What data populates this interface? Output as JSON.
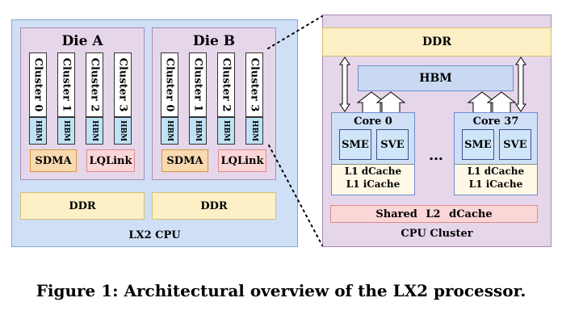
{
  "lx2": {
    "label": "LX2 CPU",
    "dies": [
      {
        "title": "Die A",
        "clusters": [
          "Cluster 0",
          "Cluster 1",
          "Cluster 2",
          "Cluster 3"
        ],
        "hbm": "HBM",
        "sdma": "SDMA",
        "lqlink": "LQLink",
        "ddr": "DDR"
      },
      {
        "title": "Die B",
        "clusters": [
          "Cluster 0",
          "Cluster 1",
          "Cluster 2",
          "Cluster 3"
        ],
        "hbm": "HBM",
        "sdma": "SDMA",
        "lqlink": "LQLink",
        "ddr": "DDR"
      }
    ]
  },
  "cpu_cluster": {
    "label": "CPU Cluster",
    "ddr": "DDR",
    "hbm": "HBM",
    "cores": [
      {
        "title": "Core 0",
        "units": [
          "SME",
          "SVE"
        ],
        "l1d": "L1 dCache",
        "l1i": "L1 iCache"
      },
      {
        "title": "Core 37",
        "units": [
          "SME",
          "SVE"
        ],
        "l1d": "L1 dCache",
        "l1i": "L1 iCache"
      }
    ],
    "ellipsis": "…",
    "shared_l2": "Shared L2 dCache"
  },
  "caption": "Figure 1: Architectural overview of the LX2 processor."
}
